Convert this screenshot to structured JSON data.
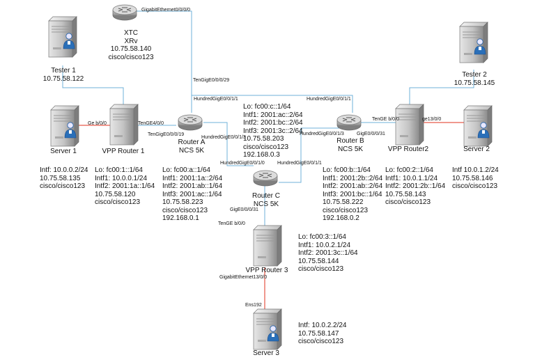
{
  "nodes": {
    "xtc": {
      "name": "XTC\nXRv\n10.75.58.140\ncisco/cisco123",
      "type": "router-icon"
    },
    "tester1": {
      "name": "Tester 1\n10.75.58.122",
      "type": "server-icon"
    },
    "tester2": {
      "name": "Tester 2\n10.75.58.145",
      "type": "server-icon"
    },
    "server1": {
      "name": "Server 1",
      "info": "Intf: 10.0.0.2/24\n10.75.58.135\ncisco/cisco123",
      "type": "server-icon"
    },
    "vpp1": {
      "name": "VPP Router 1",
      "info": "Lo: fc00:1::1/64\nIntf1: 10.0.0.1/24\nIntf2: 2001:1a::1/64\n10.75.58.120\ncisco/cisco123",
      "type": "server-icon"
    },
    "routerA": {
      "name": "Router A\nNCS 5K",
      "info": "Lo: fc00:a::1/64\nIntf1: 2001:1a::2/64\nIntf2: 2001:ab::1/64\nIntf3: 2001:ac::1/64\n10.75.58.223\ncisco/cisco123\n192.168.0.1",
      "type": "router-icon"
    },
    "routerC": {
      "name": "Router C\nNCS 5K",
      "info": "Lo: fc00:c::1/64\nIntf1: 2001:ac::2/64\nIntf2: 2001:bc::2/64\nIntf3: 2001:3c::2/64\n10.75.58.203\ncisco/cisco123\n192.168.0.3",
      "type": "router-icon"
    },
    "routerB": {
      "name": "Router B\nNCS 5K",
      "info": "Lo: fc00:b::1/64\nIntf1: 2001:2b::2/64\nIntf2: 2001:ab::2/64\nIntf3: 2001:bc::1/64\n10.75.58.222\ncisco/cisco123\n192.168.0.2",
      "type": "router-icon"
    },
    "vpp2": {
      "name": "VPP Router2",
      "info": "Lo: fc00:2::1/64\nIntf1: 10.0.1.1/24\nIntf2: 2001:2b::1/64\n10.75.58.143\ncisco/cisco123",
      "type": "server-icon"
    },
    "server2": {
      "name": "Server 2",
      "info": "Intf 10.0.1.2/24\n10.75.58.146\ncisco/cisco123",
      "type": "server-icon"
    },
    "vpp3": {
      "name": "VPP Router 3",
      "info": "Lo: fc00:3::1/64\nIntf1: 10.0.2.1/24\nIntf2: 2001:3c::1/64\n10.75.58.144\ncisco/cisco123",
      "type": "server-icon"
    },
    "server3": {
      "name": "Server 3",
      "info": "Intf: 10.0.2.2/24\n10.75.58.147\ncisco/cisco123",
      "type": "server-icon"
    }
  },
  "interface_labels": {
    "xtc_gig": "GigabitEthernet0/0/0/0",
    "ra_teng29": "TenGigE0/0/0/29",
    "ra_hun111": "HundredGigE0/0/1/1",
    "rb_hun011": "HundredGigE0/0/1/1",
    "s1_ge": "Ge b/0/0",
    "v1_tenge": "TenGE4/0/0",
    "ra_teng19": "TenGigE0/0/0/19",
    "ra_hun13": "HundredGigE0/0/1/3",
    "rb_hun13": "HundredGigE0/0/1/3",
    "rb_gig31": "GigE0/0/0/31",
    "v2_tenge": "TenGE b/0/0",
    "v2_ge13": "ge13/0/0",
    "rc_hun10": "HundredGigE0/0/1/0",
    "rc_hun11": "HundredGigE0/0/1/1",
    "rc_gig31": "GigE0/0/0/31",
    "v3_tenge": "TenGE b/0/0",
    "v3_gig13": "GigabitEthernet13/0/0",
    "s3_ens": "Ens192"
  },
  "colors": {
    "link_blue": "#6fb0d8",
    "link_red": "#e0301e",
    "icon_gray": "#8a8a8a",
    "person_blue": "#2a6fb8"
  }
}
